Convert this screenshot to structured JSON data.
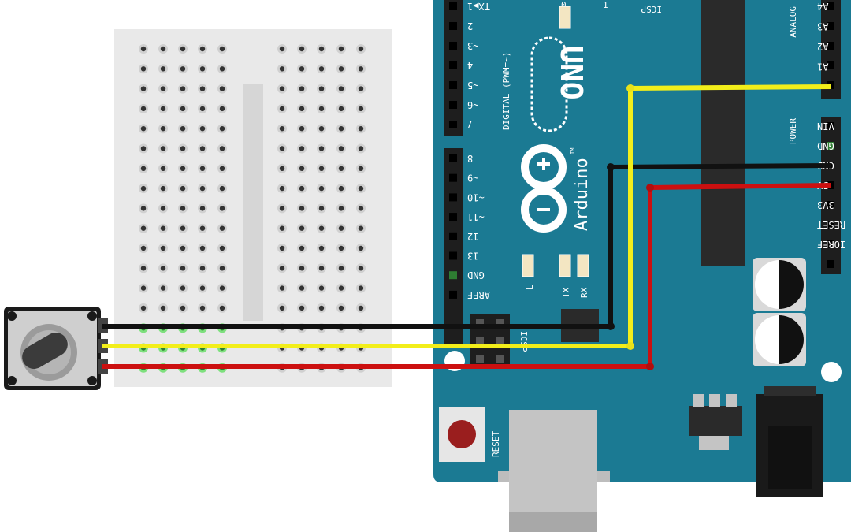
{
  "board": {
    "model": "UNO",
    "brand": "Arduino",
    "trademark": "TM",
    "digital_header": "DIGITAL (PWM=~)",
    "analog_header": "ANALOG",
    "power_header": "POWER",
    "icsp_top": "ICSP",
    "icsp_side": "ICSP",
    "reset_label": "RESET",
    "led_l": "L",
    "led_tx": "TX",
    "led_rx": "RX",
    "top_partial_1": "1",
    "top_partial_0": "0",
    "digital_pins_top": [
      "TX▶1",
      "2",
      "~3",
      "4",
      "~5",
      "~6",
      "7"
    ],
    "digital_pins_bottom": [
      "8",
      "~9",
      "~10",
      "~11",
      "12",
      "13",
      "GND",
      "AREF"
    ],
    "analog_pins": [
      "A4",
      "A3",
      "A2",
      "A1"
    ],
    "power_pins": [
      "VIN",
      "GND",
      "GND",
      "5V",
      "3V3",
      "RESET",
      "IOREF"
    ],
    "colors": {
      "pcb": "#1b7a93",
      "header": "#1e1e1e"
    }
  },
  "wires": {
    "colors": {
      "ground": "#111111",
      "signal": "#f2ee1a",
      "power": "#cc1010"
    }
  },
  "breadboard": {
    "color": "#e9e9e9"
  },
  "potentiometer": {
    "knob_color": "#3b3b3b"
  }
}
